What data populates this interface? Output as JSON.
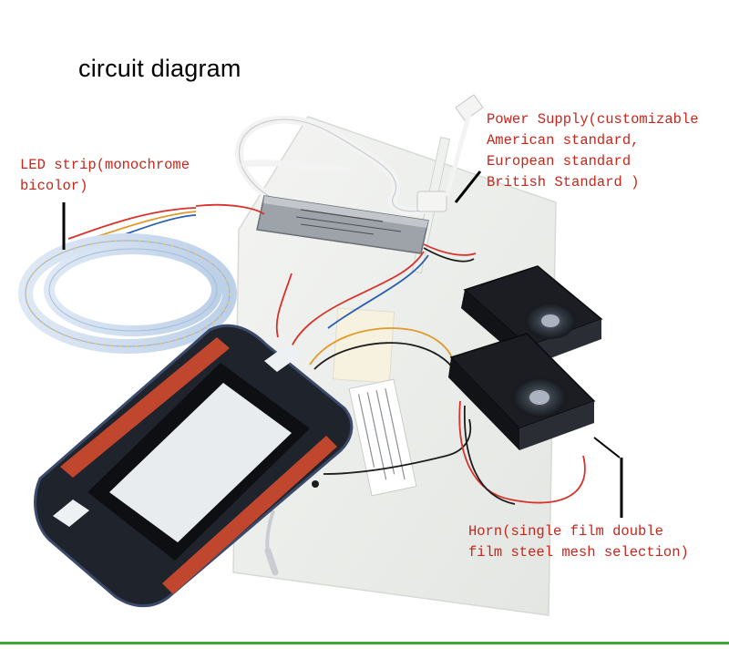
{
  "title": "circuit diagram",
  "labels": {
    "power_supply": {
      "lines": [
        "Power Supply(customizable",
        "American standard,",
        "European standard",
        "British Standard )"
      ]
    },
    "led_strip": {
      "lines": [
        "LED strip(monochrome",
        "bicolor)"
      ]
    },
    "horn": {
      "lines": [
        "Horn(single film double",
        "film steel mesh selection)"
      ]
    }
  },
  "colors": {
    "label_text": "#c8261b",
    "title_text": "#000000",
    "pointer": "#000000",
    "bottom_line": "#3aaa35"
  }
}
